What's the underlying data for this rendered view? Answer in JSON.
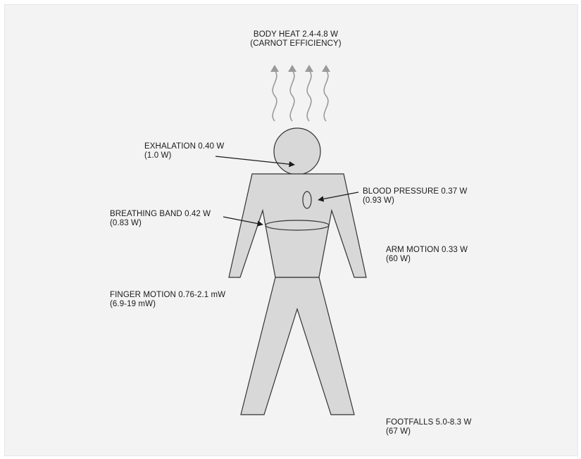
{
  "labels": {
    "body_heat": {
      "line1": "BODY HEAT 2.4-4.8 W",
      "line2": "(CARNOT EFFICIENCY)"
    },
    "exhalation": {
      "line1": "EXHALATION 0.40 W",
      "line2": "(1.0 W)"
    },
    "blood_pressure": {
      "line1": "BLOOD PRESSURE 0.37 W",
      "line2": "(0.93 W)"
    },
    "breathing_band": {
      "line1": "BREATHING BAND 0.42 W",
      "line2": "(0.83 W)"
    },
    "arm_motion": {
      "line1": "ARM MOTION 0.33 W",
      "line2": "(60 W)"
    },
    "finger_motion": {
      "line1": "FINGER MOTION 0.76-2.1 mW",
      "line2": "(6.9-19 mW)"
    },
    "footfalls": {
      "line1": "FOOTFALLS 5.0-8.3 W",
      "line2": "(67 W)"
    }
  },
  "colors": {
    "background": "#f3f3f3",
    "body_fill": "#d8d8d8",
    "outline": "#333333",
    "heat_waves": "#9a9a9a",
    "text": "#1a1a1a"
  }
}
